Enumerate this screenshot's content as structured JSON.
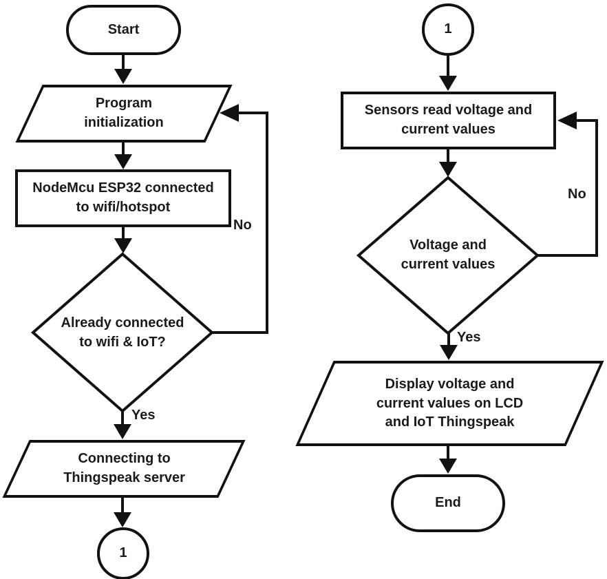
{
  "diagram": {
    "background": "#ffffff",
    "stroke_color": "#111111",
    "text_color": "#1a1a1a",
    "left_flow": {
      "start_label": "Start",
      "program_init_label": "Program\ninitialization",
      "nodemcu_label": "NodeMcu ESP32 connected\nto wifi/hotspot",
      "decision_label": "Already connected\nto wifi & IoT?",
      "yes_label": "Yes",
      "no_label": "No",
      "connecting_label": "Connecting to\nThingspeak server",
      "connector_label": "1"
    },
    "right_flow": {
      "connector_label": "1",
      "sensors_label": "Sensors read voltage and\ncurrent values",
      "decision_label": "Voltage and\ncurrent values",
      "yes_label": "Yes",
      "no_label": "No",
      "display_label": "Display voltage and\ncurrent values on LCD\nand IoT Thingspeak",
      "end_label": "End"
    }
  }
}
